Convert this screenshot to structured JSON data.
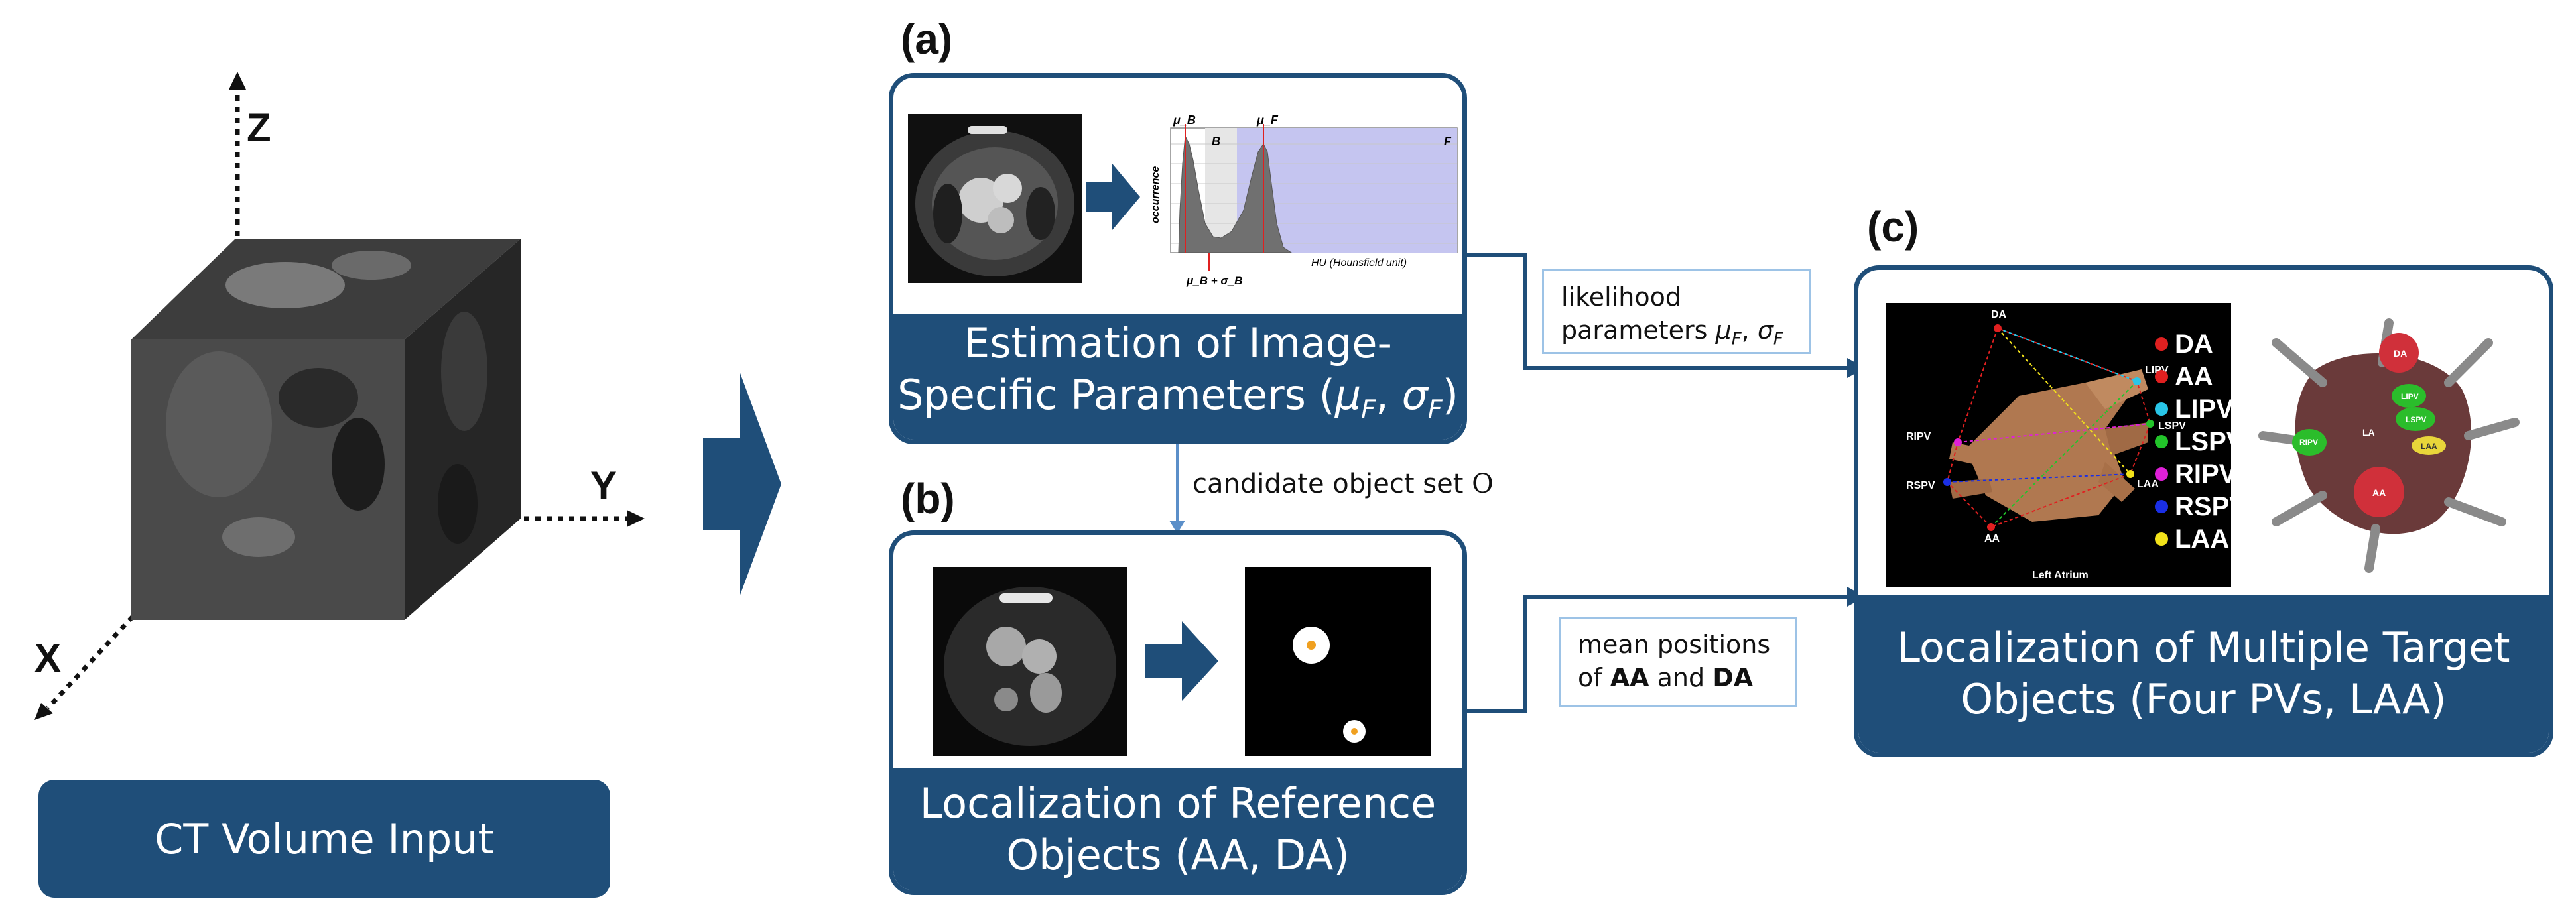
{
  "input": {
    "axis_z": "Z",
    "axis_y": "Y",
    "axis_x": "X",
    "caption": "CT Volume Input"
  },
  "panel_a": {
    "label": "(a)",
    "title_line1": "Estimation of Image-",
    "title_line2": "Specific Parameters (μ _F,  σ_F)",
    "title_plain": "Specific Parameters (",
    "mu": "μ",
    "mu_sub": "F",
    "sigma": "σ",
    "sigma_sub": "F",
    "histogram": {
      "ylabel": "occurrence",
      "xlabel": "HU (Hounsfield unit)",
      "mu_b": "μ_B",
      "mu_f": "μ_F",
      "region_b": "B",
      "region_f": "F",
      "mu_b_sigma": "μ_B + σ_B"
    }
  },
  "panel_b": {
    "label": "(b)",
    "title_line1": "Localization of Reference",
    "title_line2": "Objects (AA, DA)"
  },
  "panel_c": {
    "label": "(c)",
    "title_line1": "Localization of Multiple Target",
    "title_line2": "Objects (Four PVs, LAA)",
    "atrium_caption": "Left Atrium",
    "legend": [
      {
        "label": "DA",
        "color": "#e02020"
      },
      {
        "label": "AA",
        "color": "#e02020"
      },
      {
        "label": "LIPV",
        "color": "#29c6e8"
      },
      {
        "label": "LSPV",
        "color": "#22c42a"
      },
      {
        "label": "RIPV",
        "color": "#e020d8"
      },
      {
        "label": "RSPV",
        "color": "#1a2fe6"
      },
      {
        "label": "LAA",
        "color": "#f2e21a"
      }
    ],
    "render_labels": {
      "da": "DA",
      "la": "LA",
      "aa": "AA",
      "lipv": "LIPV",
      "lspv": "LSPV",
      "laa": "LAA",
      "ripv": "RIPV",
      "rspv": "RSPV"
    }
  },
  "notes": {
    "likelihood_line1": "likelihood",
    "likelihood_line2": "parameters μ_F,  σ_F",
    "candidate": "candidate object set O",
    "mean_line1": "mean positions",
    "mean_prefix": "of ",
    "mean_aa": "AA",
    "mean_and": " and ",
    "mean_da": "DA"
  },
  "colors": {
    "navy": "#1f4e79",
    "light_border": "#9dc3e6",
    "arrow_blue": "#5b8fc9"
  }
}
